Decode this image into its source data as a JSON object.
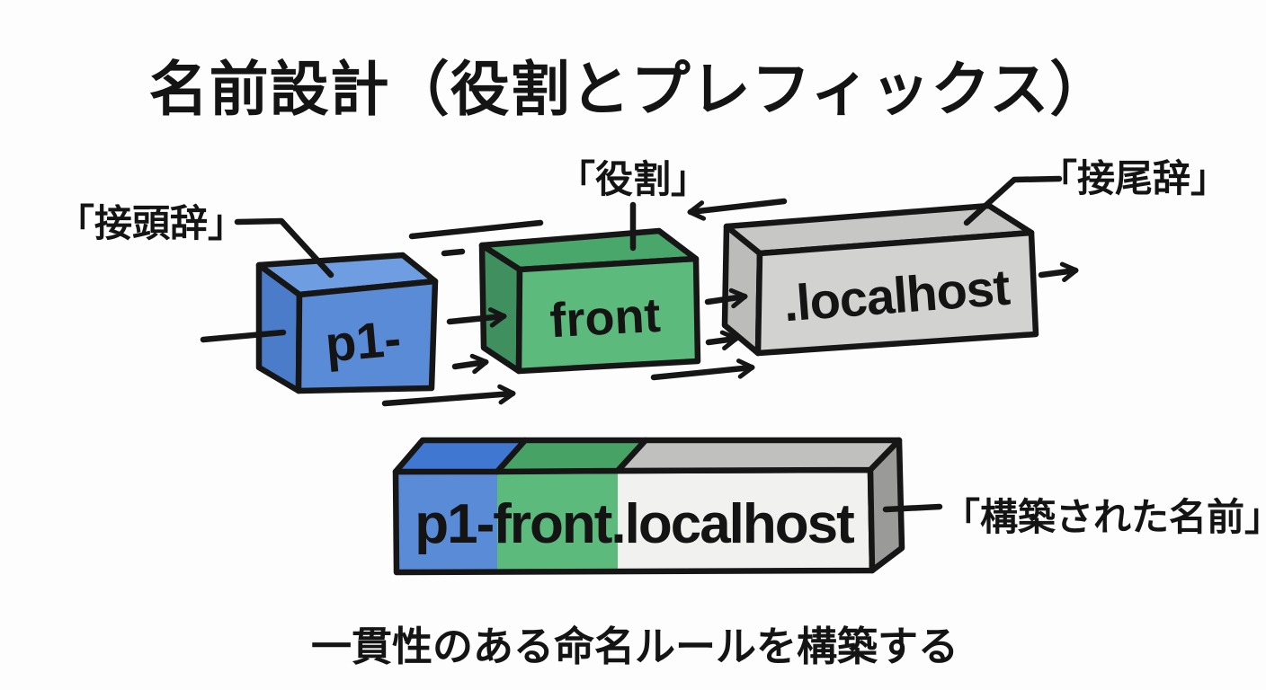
{
  "title": "名前設計（役割とプレフィックス）",
  "caption": "一貫性のある命名ルールを構築する",
  "blocks": {
    "prefix": {
      "text": "p1-",
      "label": "「接頭辞」"
    },
    "role": {
      "text": "front",
      "label": "「役割」"
    },
    "suffix": {
      "text": ".localhost",
      "label": "「接尾辞」"
    }
  },
  "combined": {
    "text": "p1-front.localhost",
    "label": "「構築された名前」"
  },
  "colors": {
    "outline": "#161616",
    "text": "#141414",
    "background": "#fdfdfd",
    "blue_front": "#5a8bd7",
    "blue_top": "#6f9de2",
    "blue_side": "#4a7cc9",
    "green_front": "#5dba7d",
    "green_top": "#4aa76c",
    "green_side": "#3f905e",
    "gray_front": "#d2d2d0",
    "gray_top": "#c7c7c5",
    "gray_side": "#bcbcba",
    "combined_blue_top": "#4077d0",
    "combined_green_top": "#47a365",
    "combined_gray_top": "#c0c0be",
    "combined_white_front": "#f1f1ef",
    "combined_right_side": "#9a9a98"
  }
}
